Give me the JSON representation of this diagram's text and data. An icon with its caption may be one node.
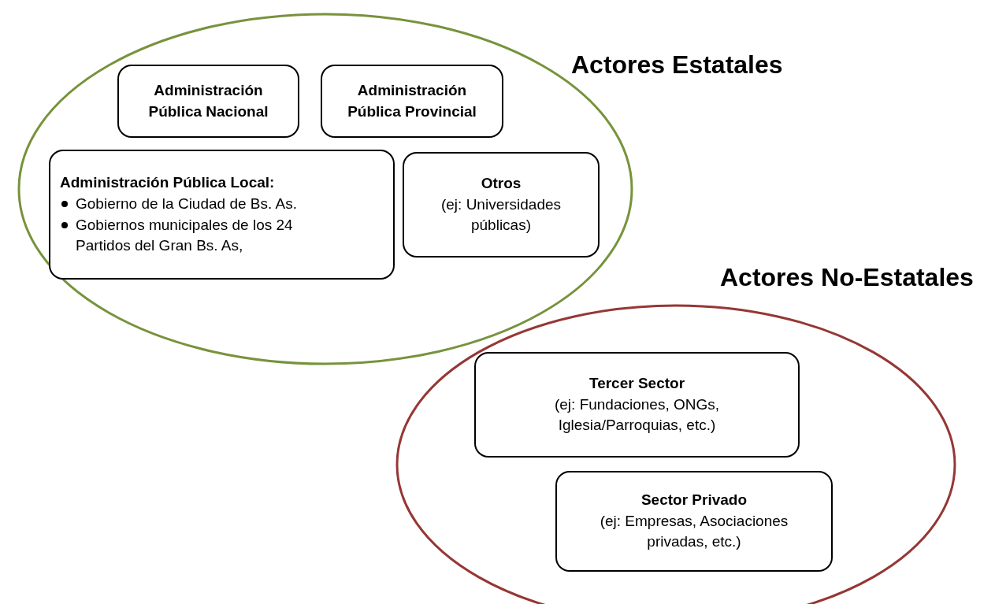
{
  "diagram": {
    "nodes": [
      {
        "text": [
          "Actores Estatales"
        ]
      },
      {
        "text": [
          "Administración Pública Nacional"
        ],
        "in": 0
      },
      {
        "text": [
          "Administración Pública Provincial"
        ],
        "in": 0
      },
      {
        "text": [
          "Administración Pública Local:",
          "Gobierno de la Ciudad de Bs. As.",
          "Gobiernos municipales de los 24 Partidos del Gran Bs. As,"
        ],
        "in": 0
      },
      {
        "text": [
          "Otros",
          "(ej: Universidades públicas)"
        ],
        "in": 0
      },
      {
        "text": [
          "Actores No-Estatales"
        ]
      },
      {
        "text": [
          "Tercer Sector",
          "(ej: Fundaciones, ONGs, Iglesia/Parroquias, etc.)"
        ],
        "in": 5
      },
      {
        "text": [
          "Sector Privado",
          "(ej: Empresas, Asociaciones privadas, etc.)"
        ],
        "in": 5
      }
    ],
    "edges": []
  }
}
